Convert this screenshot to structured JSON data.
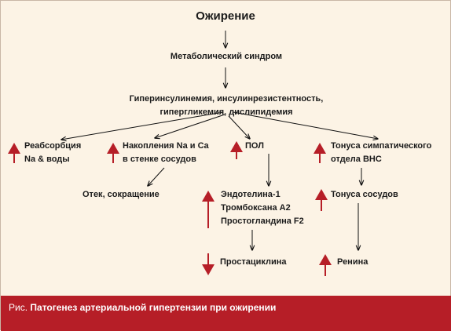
{
  "nodes": {
    "obesity": "Ожирение",
    "metabolic": "Метаболический синдром",
    "hyper_line1": "Гиперинсулинемия, инсулинрезистентность,",
    "hyper_line2": "гипергликемия, дислипидемия",
    "reabs_line1": "Реабсорбция",
    "reabs_line2": "Na & воды",
    "accum_line1": "Накопления Na и Ca",
    "accum_line2": "в стенке сосудов",
    "pol": "ПОЛ",
    "symp_line1": "Тонуса симпатического",
    "symp_line2": "отдела ВНС",
    "edema": "Отек, сокращение",
    "endo_line1": "Эндотелина-1",
    "endo_line2": "Тромбоксана А2",
    "endo_line3": "Простогландина F2",
    "vessel_tone": "Тонуса сосудов",
    "prostacyclin": "Простациклина",
    "renin": "Ренина"
  },
  "caption": {
    "prefix": "Рис.",
    "title": "Патогенез артериальной гипертензии при ожирении"
  },
  "colors": {
    "background": "#fcf3e5",
    "caption_background": "#b61e27",
    "arrow_red": "#b61e27",
    "connector": "#111111"
  }
}
